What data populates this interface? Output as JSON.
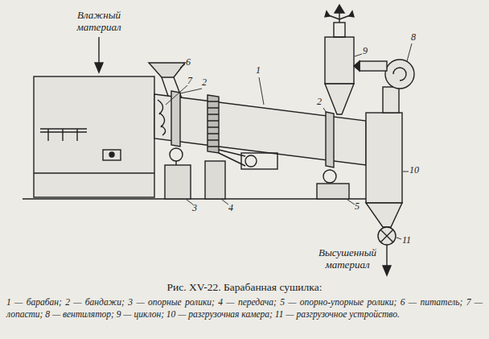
{
  "diagram": {
    "caption": "Рис. XV-22. Барабанная сушилка:",
    "labels": [
      "Влажный материал",
      "6",
      "7",
      "2",
      "1",
      "9",
      "8",
      "2",
      "10",
      "3",
      "4",
      "5",
      "11",
      "Высушенный материал",
      "1 — барабан; 2 — бандажи; 3 — опорные ролики; 4 — передача; 5 — опорно-упорные ролики; 6 — питатель; 7 — лопасти; 8 — вентилятор; 9 — циклон; 10 — разгрузочная камера; 11 — разгрузочное устройство."
    ]
  }
}
